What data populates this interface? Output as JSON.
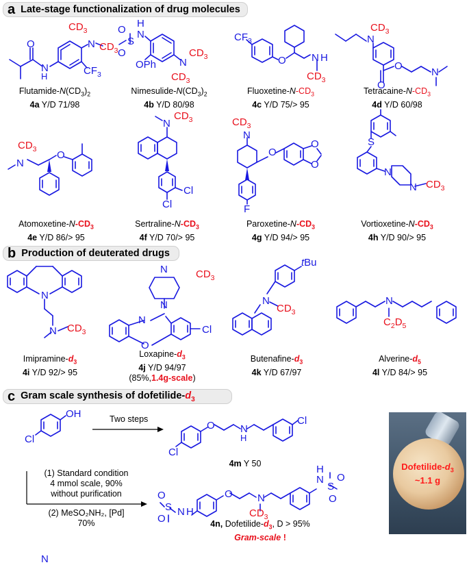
{
  "sections": {
    "a": {
      "letter": "a",
      "title": "Late-stage functionalization of drug molecules"
    },
    "b": {
      "letter": "b",
      "title": "Production of deuterated drugs"
    },
    "c": {
      "letter": "c",
      "title": "Gram scale synthesis of dofetilide-",
      "title_suffix": "d",
      "title_sub": "3"
    }
  },
  "labels": {
    "cd3": "CD",
    "three": "3",
    "cf3": "CF",
    "c2d5_c": "C",
    "c2d5_2": "2",
    "c2d5_d": "D",
    "c2d5_5": "5",
    "n": "N",
    "h": "H",
    "o": "O",
    "s": "S",
    "f": "F",
    "cl": "Cl",
    "oph": "OPh",
    "oh": "OH",
    "nh": "NH",
    "tbu_t": "t",
    "tbu": "Bu"
  },
  "compounds": [
    {
      "id": "4a",
      "name": "Flutamide-",
      "suffix": "N",
      "suffix2": "(CD",
      "suffix3": "3",
      "suffix4": ")",
      "suffix5": "2",
      "yd": "Y/D 71/98"
    },
    {
      "id": "4b",
      "name": "Nimesulide-",
      "suffix": "N",
      "suffix2": "(CD",
      "suffix3": "3",
      "suffix4": ")",
      "suffix5": "2",
      "yd": "Y/D 80/98"
    },
    {
      "id": "4c",
      "name": "Fluoxetine-",
      "suffix": "N",
      "suffix2": "-CD",
      "suffix3": "3",
      "yd": "Y/D 75/> 95"
    },
    {
      "id": "4d",
      "name": "Tetracaine-",
      "suffix": "N",
      "suffix2": "-CD",
      "suffix3": "3",
      "yd": "Y/D 60/98"
    },
    {
      "id": "4e",
      "name": "Atomoxetine-",
      "suffix": "N",
      "suffix2": "-CD",
      "suffix3": "3",
      "yd": "Y/D 86/> 95"
    },
    {
      "id": "4f",
      "name": "Sertraline-",
      "suffix": "N",
      "suffix2": "-CD",
      "suffix3": "3",
      "yd": "Y/D 70/> 95"
    },
    {
      "id": "4g",
      "name": "Paroxetine-",
      "suffix": "N",
      "suffix2": "-CD",
      "suffix3": "3",
      "yd": "Y/D 94/> 95"
    },
    {
      "id": "4h",
      "name": "Vortioxetine-",
      "suffix": "N",
      "suffix2": "-CD",
      "suffix3": "3",
      "yd": "Y/D 90/> 95"
    },
    {
      "id": "4i",
      "name": "Imipramine-",
      "suffix": "d",
      "suffix2": "3",
      "yd": "Y/D 92/> 95"
    },
    {
      "id": "4j",
      "name": "Loxapine-",
      "suffix": "d",
      "suffix2": "3",
      "yd": "Y/D 94/97",
      "extra_a": "(85%,",
      "extra_b": "1.4g-scale",
      "extra_c": ")"
    },
    {
      "id": "4k",
      "name": "Butenafine-",
      "suffix": "d",
      "suffix2": "3",
      "yd": "Y/D 67/97"
    },
    {
      "id": "4l",
      "name": "Alverine-",
      "suffix": "d",
      "suffix2": "5",
      "yd": "Y/D 84/> 95"
    }
  ],
  "scheme": {
    "arrow1": "Two steps",
    "cond1_a": "(1) Standard condition",
    "cond1_b": "4 mmol scale, 90%",
    "cond1_c": "without purification",
    "cond2_a": "(2) MeSO₂NH₂, [Pd]",
    "cond2_b": "70%",
    "m_id": "4m",
    "m_yd": "Y 50",
    "n_id": "4n,",
    "n_name": "Dofetilide-",
    "n_suffix": "d",
    "n_sub": "3",
    "n_d": ", D > 95%",
    "gram": "Gram-scale",
    "gram_bang": " !"
  },
  "photo": {
    "label": "Dofetilide-",
    "label_d": "d",
    "label_sub": "3",
    "amount": "~1.1 g"
  }
}
